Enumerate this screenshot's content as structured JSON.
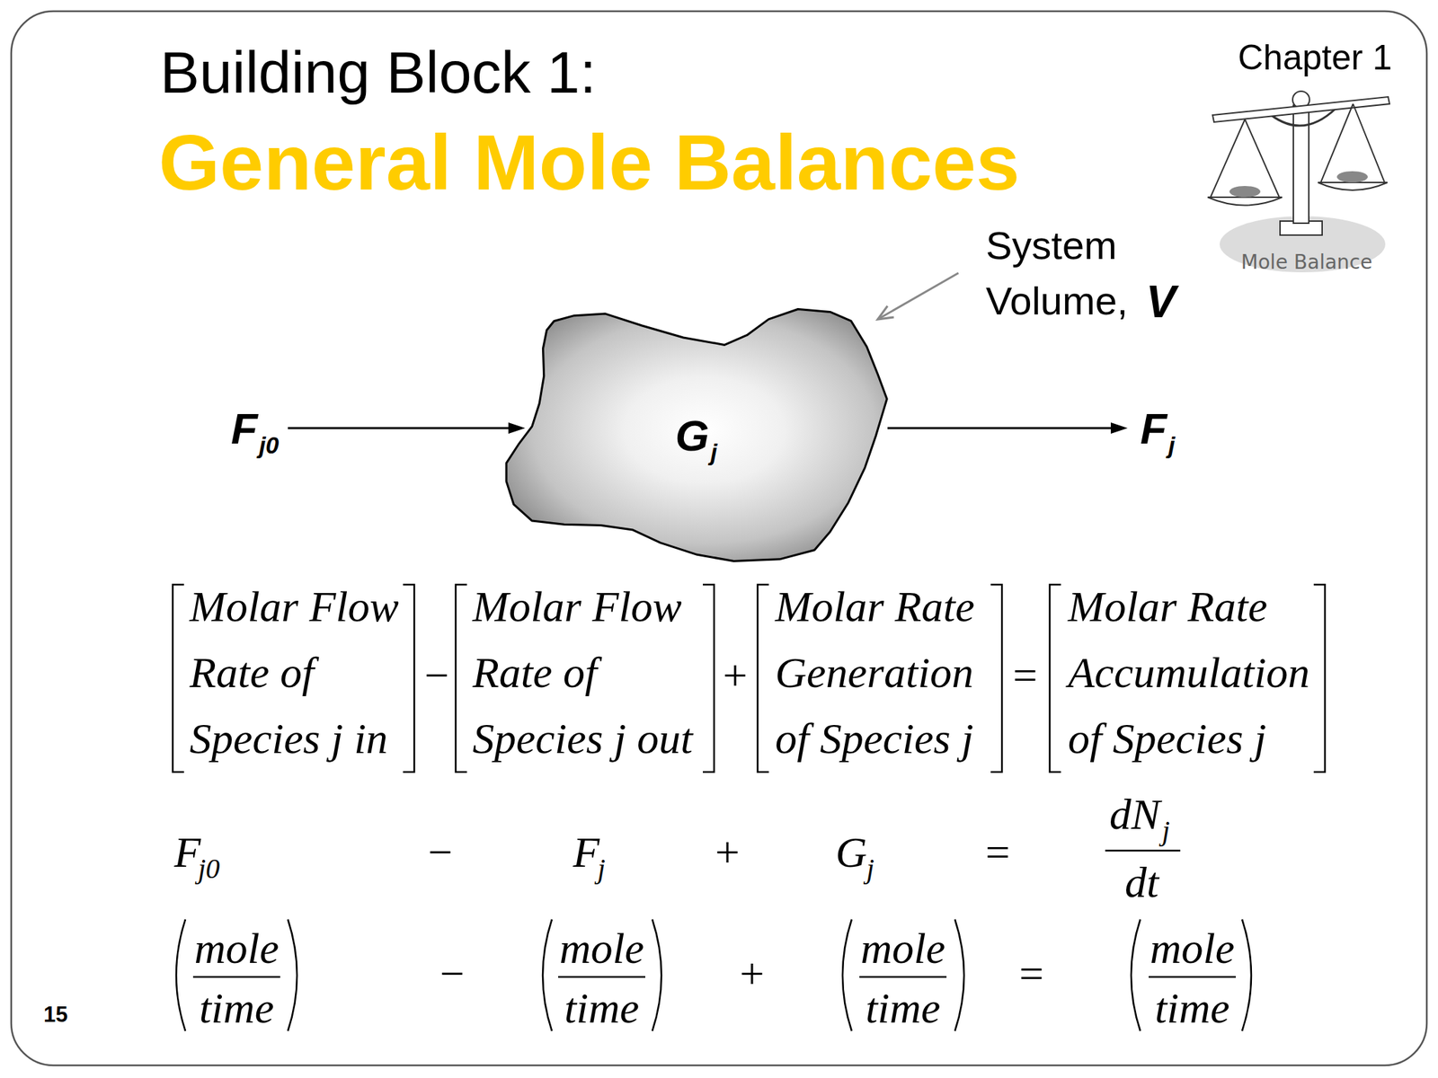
{
  "diagram": {
    "title": "General Mole Balances",
    "nodes": [
      {
        "text": [
          "F",
          "j0"
        ]
      },
      {
        "text": [
          "G",
          "j"
        ]
      },
      {
        "text": [
          "F",
          "j"
        ]
      }
    ],
    "edges": [
      {
        "from": 0,
        "to": 1,
        "arrow": "to"
      },
      {
        "from": 1,
        "to": 2,
        "arrow": "to"
      }
    ],
    "labels": [
      "Building Block 1:",
      "Chapter 1",
      "Mole Balance",
      "System Volume,",
      "V",
      "Molar Flow Rate of Species j in",
      "−",
      "Molar Flow Rate of Species j out",
      "+",
      "Molar Rate Generation of Species j",
      "=",
      "Molar Rate Accumulation of Species j",
      "F",
      "j0",
      "−",
      "F",
      "j",
      "+",
      "G",
      "j",
      "=",
      "dN",
      "j",
      "dt",
      "mole",
      "time",
      "−",
      "mole",
      "time",
      "+",
      "mole",
      "time",
      "=",
      "mole",
      "time",
      "15"
    ]
  }
}
